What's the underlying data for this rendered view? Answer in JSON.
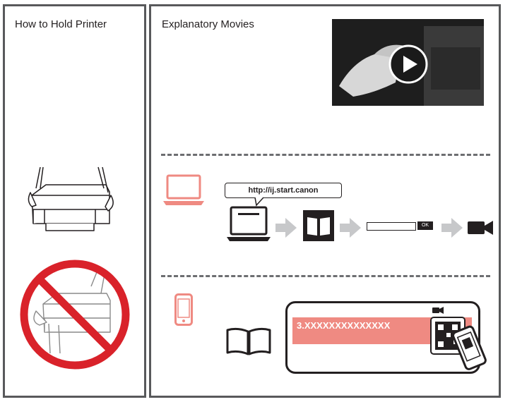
{
  "left_panel": {
    "title": "How to Hold Printer"
  },
  "right_panel": {
    "title": "Explanatory Movies",
    "video": {
      "play_icon": "play-icon"
    },
    "computer_section": {
      "device_icon": "laptop-icon",
      "url": "http://ij.start.canon",
      "steps": [
        "laptop-icon",
        "arrow-right-icon",
        "manual-book-icon",
        "arrow-right-icon",
        "ok-form",
        "arrow-right-icon",
        "video-camera-icon"
      ],
      "ok_label": "OK"
    },
    "smartphone_section": {
      "device_icon": "smartphone-icon",
      "code_text": "3.XXXXXXXXXXXXXX",
      "scan_icon": "qr-scan-icon"
    }
  },
  "colors": {
    "accent_salmon": "#ef8a82",
    "border_gray": "#58595b",
    "prohibit_red": "#d9222a"
  }
}
